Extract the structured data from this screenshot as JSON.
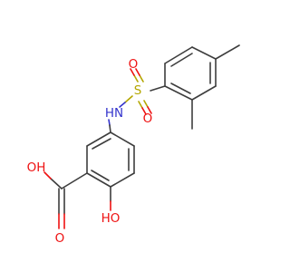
{
  "colors": {
    "bond": "#3d3d3d",
    "oxygen": "#ee1111",
    "nitrogen": "#3333cc",
    "sulfur": "#b3a600"
  },
  "atoms": {
    "sulfur": "S",
    "sulfonyl_o_top": "O",
    "sulfonyl_o_bottom": "O",
    "amine": "HN",
    "carboxyl_oh": "OH",
    "carbonyl_o": "O",
    "hydroxyl": "HO"
  }
}
